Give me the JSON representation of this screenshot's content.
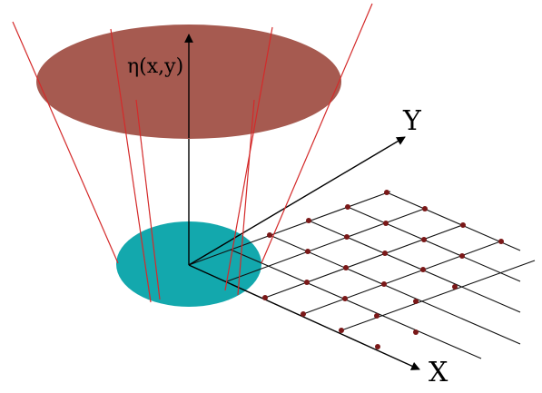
{
  "labels": {
    "eta": "η(x,y)",
    "axis_x": "X",
    "axis_y": "Y"
  },
  "colors": {
    "upper_ellipse": "#a65a50",
    "lower_ellipse": "#13a8ad",
    "ray_lines": "#d42a2a",
    "grid_lines": "#111111",
    "grid_points": "#7a1818",
    "axes": "#000000"
  }
}
